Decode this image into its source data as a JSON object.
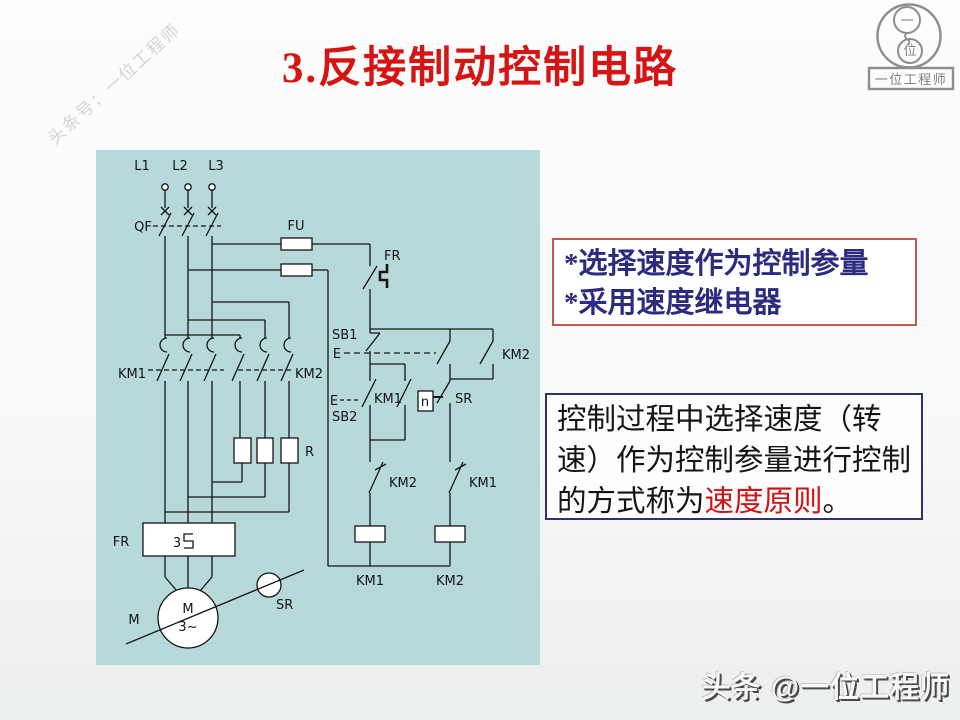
{
  "watermark": "头条号：一位工程师",
  "title": "3.反接制动控制电路",
  "logo": {
    "circle_top": "一",
    "circle_bottom": "位",
    "box_label": "一位工程师"
  },
  "note_box1": {
    "lines": [
      "*选择速度作为控制参量",
      "*采用速度继电器"
    ]
  },
  "note_box2": {
    "prefix": "控制过程中选择速度（转速）作为控制参量进行控制的方式称为",
    "highlight": "速度原则",
    "suffix": "。"
  },
  "footer": "头条 @一位工程师",
  "circuit": {
    "phases": [
      "L1",
      "L2",
      "L3"
    ],
    "breaker": "QF",
    "fuse": "FU",
    "thermal_relay": "FR",
    "heater_count": "3",
    "contactor1": "KM1",
    "contactor2": "KM2",
    "stop_button": "SB1",
    "start_button": "SB2",
    "button_symbol": "E",
    "speed_relay": "SR",
    "speed_symbol": "n",
    "resistor": "R",
    "motor_label": "M",
    "motor_phase": "3~"
  },
  "colors": {
    "title_red": "#d51414",
    "circuit_bg": "#b7d9da",
    "box1_border": "#c05a4a",
    "box1_text": "#2b2b80",
    "box2_border": "#32326b",
    "highlight_red": "#cf1212",
    "watermark_gray": "#d3d3d3",
    "logo_gray": "#8d8d8d"
  }
}
